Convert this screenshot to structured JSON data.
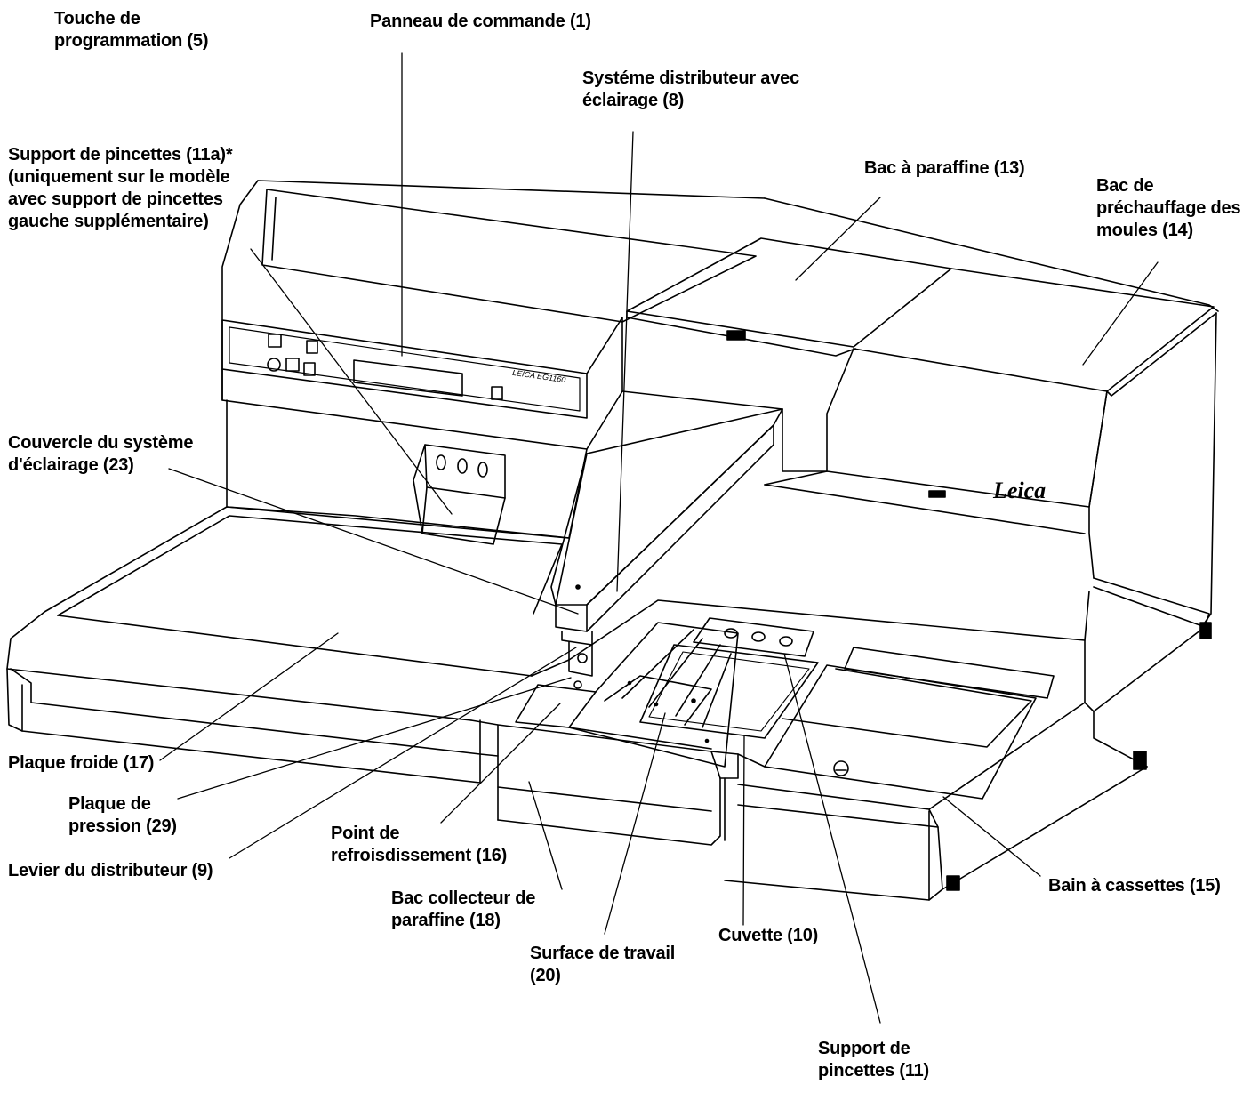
{
  "machine": {
    "brand": "Leica",
    "model": "LEICA EG1160",
    "stroke": "#000000",
    "fill": "#ffffff"
  },
  "labels": {
    "programming_key": "Touche de\nprogrammation (5)",
    "control_panel": "Panneau de commande (1)",
    "dispenser_lighting": "Systéme distributeur avec\néclairage (8)",
    "forceps_holder_11a": "Support de pincettes (11a)*\n(uniquement sur le modèle\navec support de pincettes\ngauche supplémentaire)",
    "paraffin_tank": "Bac à paraffine (13)",
    "mold_preheat": "Bac de\npréchauffage des\nmoules (14)",
    "lighting_cover": "Couvercle du système\nd'éclairage (23)",
    "cold_plate": "Plaque froide (17)",
    "pressure_plate": "Plaque de\npression (29)",
    "dispenser_lever": "Levier du distributeur (9)",
    "cooling_spot": "Point de\nrefroisdissement (16)",
    "paraffin_collector": "Bac collecteur de\nparaffine (18)",
    "work_surface": "Surface de travail\n(20)",
    "cuvette": "Cuvette (10)",
    "cassette_bath": "Bain à cassettes (15)",
    "forceps_holder_11": "Support de\npincettes (11)"
  }
}
